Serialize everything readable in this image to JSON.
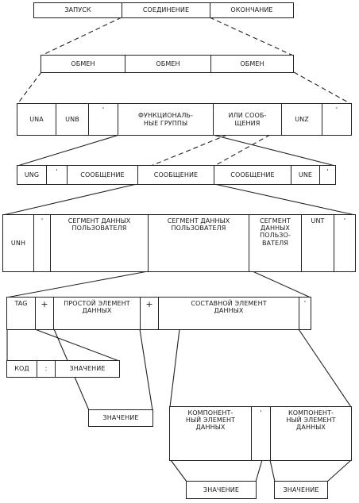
{
  "level1": {
    "launch": "ЗАПУСК",
    "connection": "СОЕДИНЕНИЕ",
    "end": "ОКОНЧАНИЕ"
  },
  "level2": {
    "exchange_1": "ОБМЕН",
    "exchange_2": "ОБМЕН",
    "exchange_3": "ОБМЕН"
  },
  "level3": {
    "una": "UNA",
    "unb": "UNB",
    "sep": "'",
    "groups": "ФУНКЦИОНАЛЬ-\nНЫЕ ГРУППЫ",
    "messages": "ИЛИ СООБ-\nЩЕНИЯ",
    "unz": "UNZ",
    "end_sep": "'"
  },
  "level4": {
    "ung": "UNG",
    "sep": "'",
    "message_1": "СООБЩЕНИЕ",
    "message_2": "СООБЩЕНИЕ",
    "message_3": "СООБЩЕНИЕ",
    "une": "UNE",
    "end_sep": "'"
  },
  "level5": {
    "unh": "UNH",
    "sep": "'",
    "segment_1": "СЕГМЕНТ ДАННЫХ\nПОЛЬЗОВАТЕЛЯ",
    "segment_2": "СЕГМЕНТ ДАННЫХ\nПОЛЬЗОВАТЕЛЯ",
    "segment_3": "СЕГМЕНТ\nДАННЫХ\nПОЛЬЗО-\nВАТЕЛЯ",
    "unt": "UNT",
    "end_sep": "'"
  },
  "level6": {
    "tag": "TAG",
    "plus_1": "+",
    "simple": "ПРОСТОЙ ЭЛЕМЕНТ\nДАННЫХ",
    "plus_2": "+",
    "composite": "СОСТАВНОЙ ЭЛЕМЕНТ\nДАННЫХ",
    "end_sep": "'"
  },
  "level7": {
    "code": "КОД",
    "colon": ":",
    "value": "ЗНАЧЕНИЕ"
  },
  "level8": {
    "value": "ЗНАЧЕНИЕ"
  },
  "level9": {
    "component_1": "КОМПОНЕНТ-\nНЫЙ ЭЛЕМЕНТ\nДАННЫХ",
    "sep": "'",
    "component_2": "КОМПОНЕНТ-\nНЫЙ ЭЛЕМЕНТ\nДАННЫХ"
  },
  "level10": {
    "value_1": "ЗНАЧЕНИЕ",
    "value_2": "ЗНАЧЕНИЕ"
  }
}
